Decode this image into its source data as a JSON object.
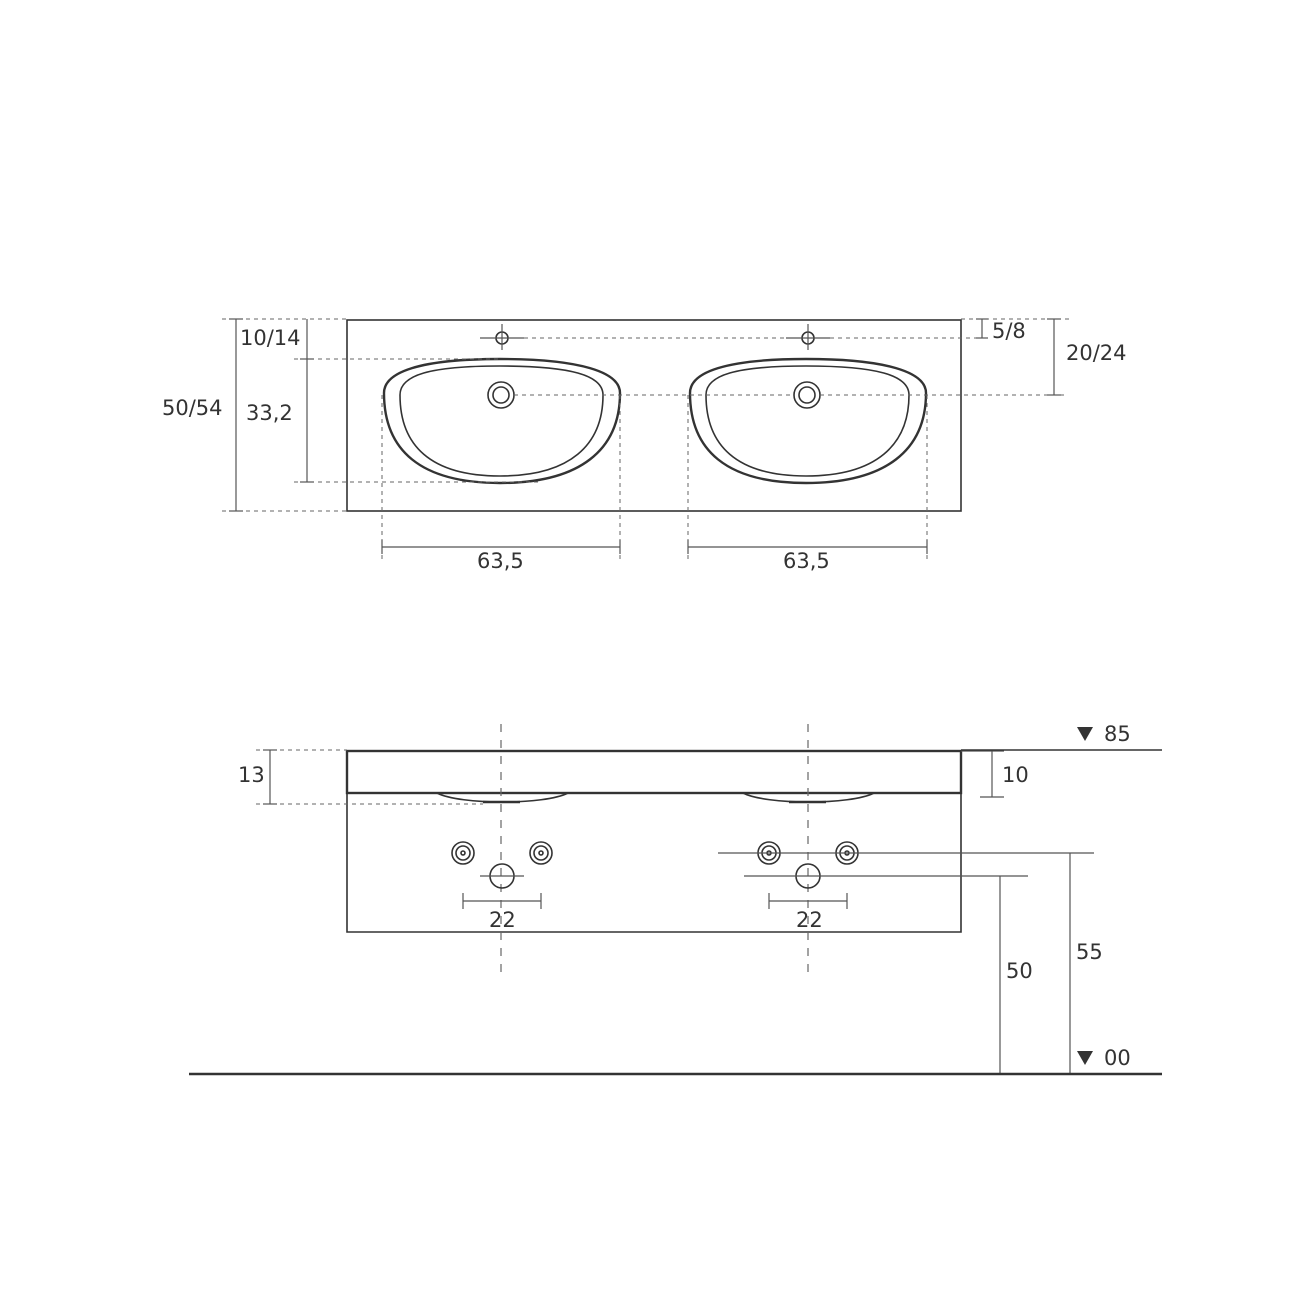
{
  "plan_view": {
    "dims": {
      "total_depth": "50/54",
      "bowl_depth": "33,2",
      "front_offset": "10/14",
      "tap_hole_offset": "5/8",
      "drain_offset": "20/24",
      "bowl_width_left": "63,5",
      "bowl_width_right": "63,5"
    }
  },
  "elevation_view": {
    "dims": {
      "basin_depth": "13",
      "top_thickness": "10",
      "valve_spacing_left": "22",
      "valve_spacing_right": "22",
      "drain_height": "50",
      "supply_height": "55"
    },
    "levels": {
      "top": "85",
      "floor": "00"
    }
  }
}
